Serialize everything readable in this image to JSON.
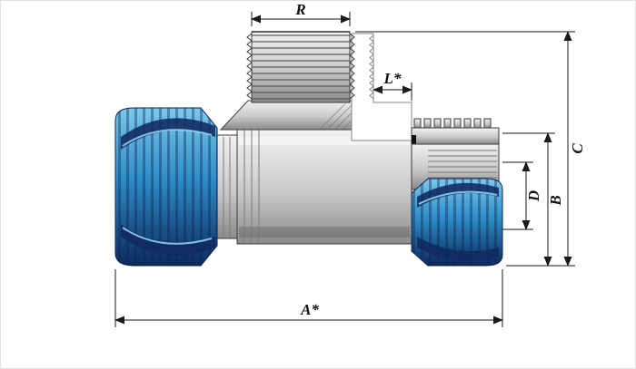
{
  "diagram": {
    "labels": {
      "R": "R",
      "L": "L*",
      "C": "C",
      "B": "B",
      "D": "D",
      "A": "A*"
    },
    "colors": {
      "nut_blue_light": "#7cc9ec",
      "nut_blue_mid": "#2e8dc8",
      "nut_blue_dark": "#0c2a5e",
      "nut_navy": "#102a60",
      "metal_light": "#f2f2f2",
      "metal_mid": "#c9c9c9",
      "metal_dark": "#8a8a8a",
      "outline": "#3a3a3a",
      "dimension_line": "#1a1a1a",
      "background": "#ffffff"
    }
  }
}
